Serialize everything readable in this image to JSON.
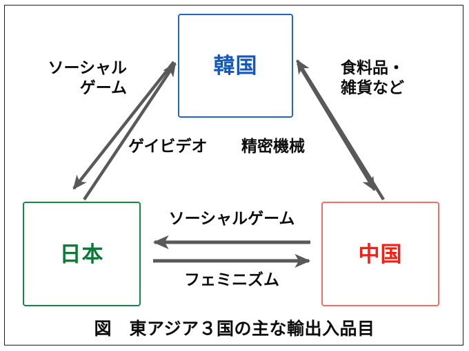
{
  "figure": {
    "caption": "図　東アジア３国の主な輸出入品目",
    "frame_color": "#1a1a1a",
    "background": "#ffffff",
    "arrow_color": "#595959"
  },
  "nodes": [
    {
      "id": "korea",
      "label": "韓国",
      "text_color": "#1358ba",
      "border_color": "#1f64c8"
    },
    {
      "id": "japan",
      "label": "日本",
      "text_color": "#0b7a36",
      "border_color": "#118a3f"
    },
    {
      "id": "china",
      "label": "中国",
      "text_color": "#fc1c12",
      "border_color": "#fc6a66"
    }
  ],
  "edges": [
    {
      "id": "korea-to-japan",
      "from": "韓国",
      "to": "日本",
      "label": "ソーシャル\nゲーム",
      "direction": "down-left"
    },
    {
      "id": "japan-to-korea",
      "from": "日本",
      "to": "韓国",
      "label": "ゲイビデオ",
      "direction": "up-right"
    },
    {
      "id": "korea-to-china",
      "from": "韓国",
      "to": "中国",
      "label": "精密機械",
      "direction": "down-right"
    },
    {
      "id": "china-to-korea",
      "from": "中国",
      "to": "韓国",
      "label": "食料品・\n雑貨など",
      "direction": "up-left"
    },
    {
      "id": "china-to-japan",
      "from": "中国",
      "to": "日本",
      "label": "ソーシャルゲーム",
      "direction": "left"
    },
    {
      "id": "japan-to-china",
      "from": "日本",
      "to": "中国",
      "label": "フェミニズム",
      "direction": "right"
    }
  ]
}
